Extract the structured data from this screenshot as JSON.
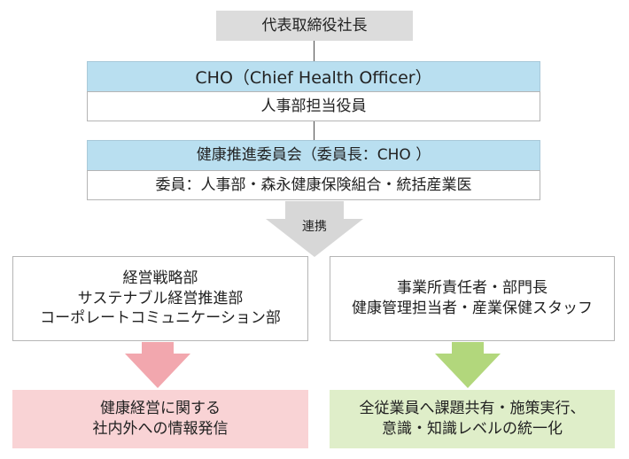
{
  "ceo": {
    "label": "代表取締役社長"
  },
  "cho": {
    "title": "CHO（Chief Health Officer）",
    "role": "人事部担当役員"
  },
  "committee": {
    "title": "健康推進委員会（委員長：CHO ）",
    "members": "委員：人事部・森永健康保険組合・統括産業医"
  },
  "link_label": "連携",
  "left_box": {
    "lines": [
      "経営戦略部",
      "サステナブル経営推進部",
      "コーポレートコミュニケーション部"
    ]
  },
  "right_box": {
    "lines": [
      "事業所責任者・部門長",
      "健康管理担当者・産業保健スタッフ"
    ]
  },
  "left_outcome": {
    "lines": [
      "健康経営に関する",
      "社内外への情報発信"
    ]
  },
  "right_outcome": {
    "lines": [
      "全従業員へ課題共有・施策実行、",
      "意識・知識レベルの統一化"
    ]
  },
  "colors": {
    "gray_box": "#dcdcdc",
    "blue_header": "#b9dff0",
    "gray_arrow": "#d7d7d7",
    "pink_arrow": "#f2a7ae",
    "pink_box": "#f9d3d5",
    "green_arrow": "#b2d77c",
    "green_box": "#dfeec9"
  }
}
